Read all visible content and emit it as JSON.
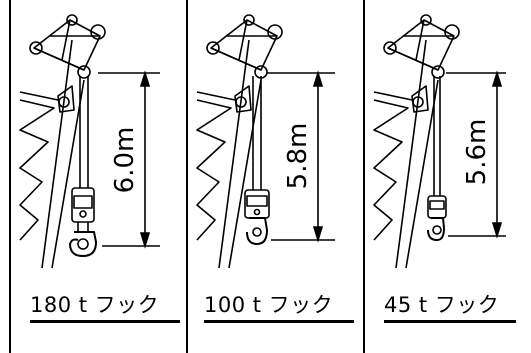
{
  "panels": [
    {
      "caption": "180 t フック",
      "height_label": "6.0m"
    },
    {
      "caption": "100 t フック",
      "height_label": "5.8m"
    },
    {
      "caption": "45 t フック",
      "height_label": "5.6m"
    }
  ]
}
